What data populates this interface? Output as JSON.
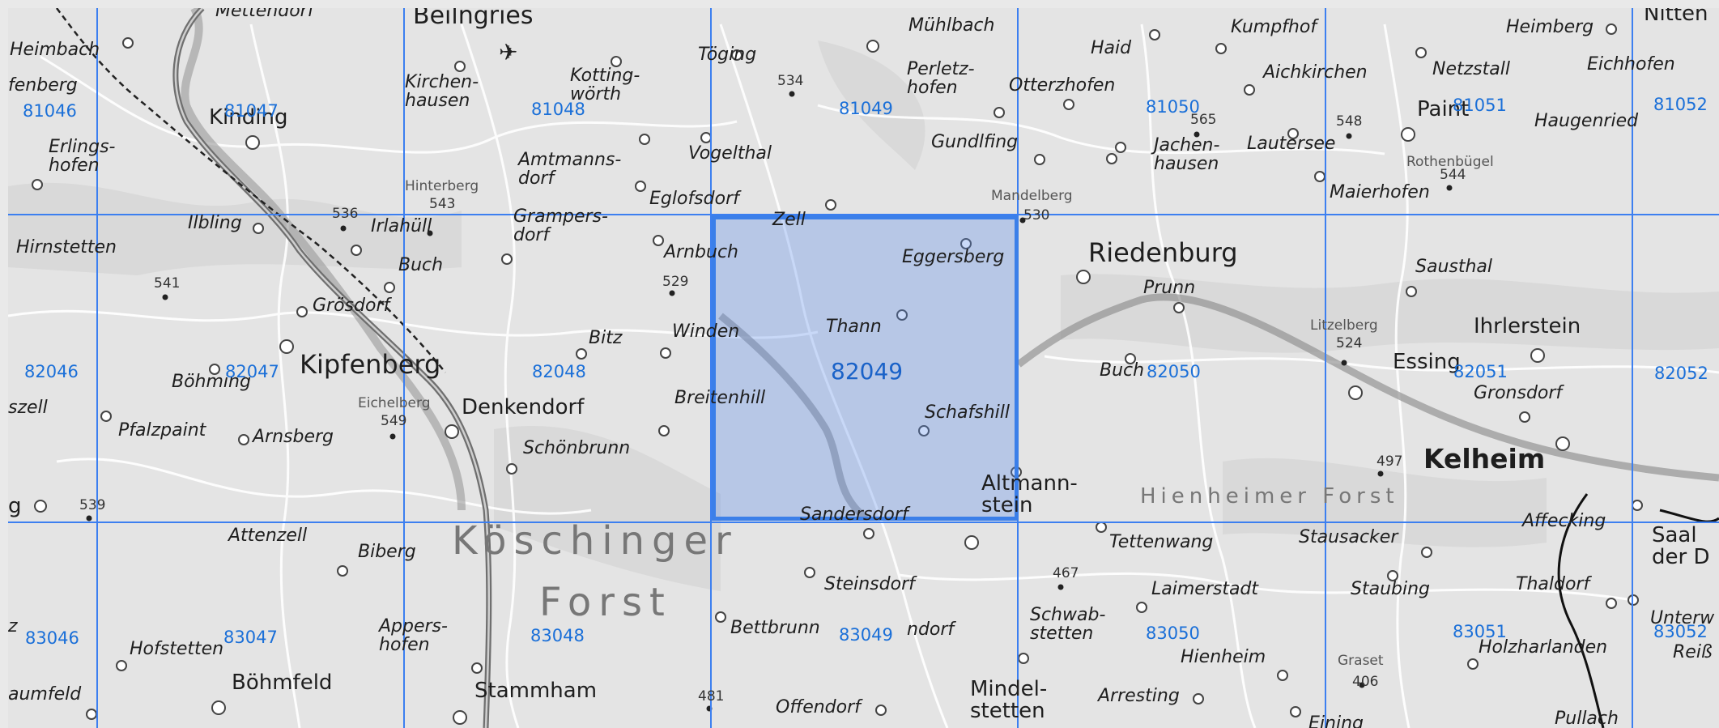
{
  "map": {
    "selected_cell": "82049",
    "colors": {
      "grid": "#3c7ff0",
      "highlight_fill": "#5a8ceb",
      "highlight_border": "#3b7fe9",
      "cell_label": "#1a6fd8"
    },
    "grid_cells": [
      "81046",
      "81047",
      "81048",
      "81049",
      "81050",
      "81051",
      "81052",
      "82046",
      "82047",
      "82048",
      "82049",
      "82050",
      "82051",
      "82052",
      "83046",
      "83047",
      "83048",
      "83049",
      "83050",
      "83051",
      "83052"
    ],
    "places": [
      "Mettendorf",
      "Beilngries",
      "Mühlbach",
      "Haid",
      "Kumpfhof",
      "Heimberg",
      "Nitten",
      "Heimbach",
      "Kirchen-\nhausen",
      "Kotting-\nwörth",
      "Töging",
      "Perletz-\nhofen",
      "Otterzhofen",
      "Aichkirchen",
      "Netzstall",
      "Eichhofen",
      "Kinding",
      "Paint",
      "Haugenried",
      "Erlings-\nhofen",
      "Amtmanns-\ndorf",
      "Vogelthal",
      "Gundlfing",
      "Jachen-\nhausen",
      "Lautersee",
      "Rothenbügel",
      "Maierhofen",
      "Eglofsdorf",
      "Grampers-\ndorf",
      "Ilbling",
      "Irlahüll",
      "Hirnstetten",
      "Buch",
      "Arnbuch",
      "Zell",
      "Eggersberg",
      "Riedenburg",
      "Prunn",
      "Sausthal",
      "Grösdorf",
      "Ihrlerstein",
      "Essing",
      "Kipfenberg",
      "Bitz",
      "Winden",
      "Thann",
      "Böhming",
      "Buch",
      "Gronsdorf",
      "Denkendorf",
      "Pfalzpaint",
      "Arnsberg",
      "Breitenhill",
      "Schafshill",
      "Kelheim",
      "Schönbrunn",
      "Altmann-\nstein",
      "Sandersdorf",
      "Attenzell",
      "Biberg",
      "Tettenwang",
      "Stausacker",
      "Affecking",
      "Saal\nder D",
      "Steinsdorf",
      "Staubing",
      "Thaldorf",
      "Appers-\nhofen",
      "Bettbrunn",
      "ndorf",
      "Schwab-\nstetten",
      "Laimerstadt",
      "Hofstetten",
      "Hienheim",
      "Holzharlanden",
      "Unterw",
      "Reiß",
      "Böhmfeld",
      "Stammham",
      "Mindel-\nstetten",
      "Arresting",
      "Offendorf",
      "aumfeld",
      "Pullach",
      "Eining",
      "Graset",
      "fenberg",
      "szell",
      "g",
      "z"
    ],
    "forests": [
      "Köschinger",
      "Forst",
      "Hienheimer Forst"
    ],
    "field_names": [
      "Hinterberg",
      "Eichelberg",
      "Mandelberg",
      "Litzelberg"
    ],
    "elevations": [
      "534",
      "565",
      "548",
      "544",
      "536",
      "543",
      "541",
      "529",
      "530",
      "524",
      "549",
      "539",
      "497",
      "467",
      "406",
      "481"
    ]
  }
}
